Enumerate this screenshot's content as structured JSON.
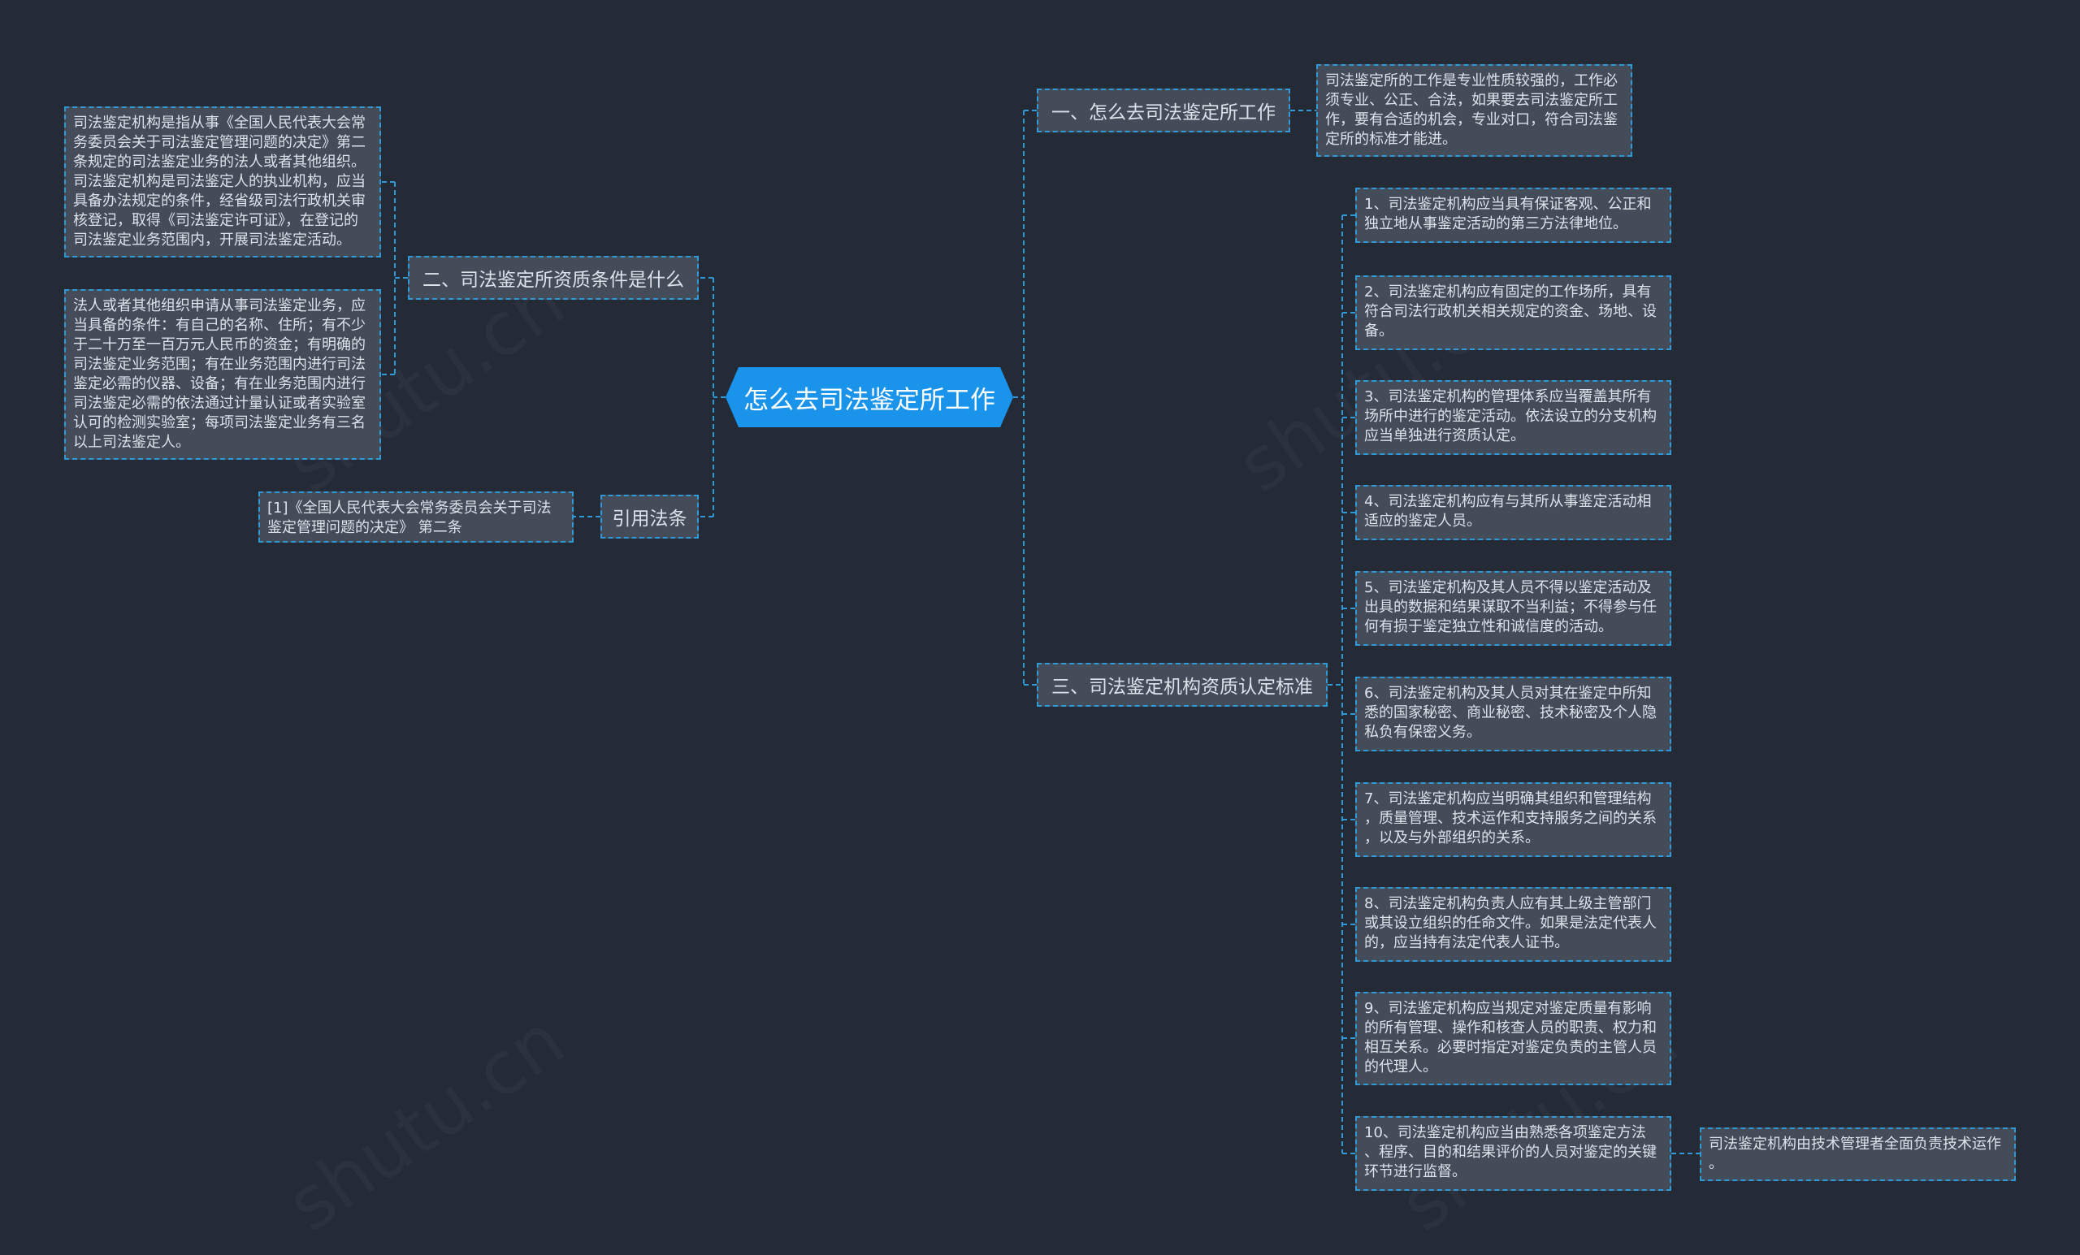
{
  "root": {
    "label": "怎么去司法鉴定所工作"
  },
  "branches": {
    "b1": {
      "label": "一、怎么去司法鉴定所工作"
    },
    "b2": {
      "label": "二、司法鉴定所资质条件是什么"
    },
    "b3": {
      "label": "三、司法鉴定机构资质认定标准"
    },
    "b4": {
      "label": "引用法条"
    }
  },
  "leaves": {
    "b1_l1": "司法鉴定所的工作是专业性质较强的，工作必\n须专业、公正、合法，如果要去司法鉴定所工\n作，要有合适的机会，专业对口，符合司法鉴\n定所的标准才能进。",
    "b2_l1": "司法鉴定机构是指从事《全国人民代表大会常\n务委员会关于司法鉴定管理问题的决定》第二\n条规定的司法鉴定业务的法人或者其他组织。\n司法鉴定机构是司法鉴定人的执业机构，应当\n具备办法规定的条件，经省级司法行政机关审\n核登记，取得《司法鉴定许可证》，在登记的\n司法鉴定业务范围内，开展司法鉴定活动。",
    "b2_l2": "法人或者其他组织申请从事司法鉴定业务，应\n当具备的条件：有自己的名称、住所；有不少\n于二十万至一百万元人民币的资金；有明确的\n司法鉴定业务范围；有在业务范围内进行司法\n鉴定必需的仪器、设备；有在业务范围内进行\n司法鉴定必需的依法通过计量认证或者实验室\n认可的检测实验室；每项司法鉴定业务有三名\n以上司法鉴定人。",
    "b4_l1": "[1]《全国人民代表大会常务委员会关于司法\n鉴定管理问题的决定》 第二条",
    "b3_items": [
      "1、司法鉴定机构应当具有保证客观、公正和\n独立地从事鉴定活动的第三方法律地位。",
      "2、司法鉴定机构应有固定的工作场所，具有\n符合司法行政机关相关规定的资金、场地、设\n备。",
      "3、司法鉴定机构的管理体系应当覆盖其所有\n场所中进行的鉴定活动。依法设立的分支机构\n应当单独进行资质认定。",
      "4、司法鉴定机构应有与其所从事鉴定活动相\n适应的鉴定人员。",
      "5、司法鉴定机构及其人员不得以鉴定活动及\n出具的数据和结果谋取不当利益；不得参与任\n何有损于鉴定独立性和诚信度的活动。",
      "6、司法鉴定机构及其人员对其在鉴定中所知\n悉的国家秘密、商业秘密、技术秘密及个人隐\n私负有保密义务。",
      "7、司法鉴定机构应当明确其组织和管理结构\n，质量管理、技术运作和支持服务之间的关系\n，以及与外部组织的关系。",
      "8、司法鉴定机构负责人应有其上级主管部门\n或其设立组织的任命文件。如果是法定代表人\n的，应当持有法定代表人证书。",
      "9、司法鉴定机构应当规定对鉴定质量有影响\n的所有管理、操作和核查人员的职责、权力和\n相互关系。必要时指定对鉴定负责的主管人员\n的代理人。",
      "10、司法鉴定机构应当由熟悉各项鉴定方法\n、程序、目的和结果评价的人员对鉴定的关键\n环节进行监督。"
    ],
    "b3_sub": "司法鉴定机构由技术管理者全面负责技术运作\n。"
  },
  "watermark": "shutu.cn",
  "colors": {
    "background": "#242a36",
    "root": "#1a93ea",
    "node": "#444b59",
    "link": "#2f9ad8"
  }
}
